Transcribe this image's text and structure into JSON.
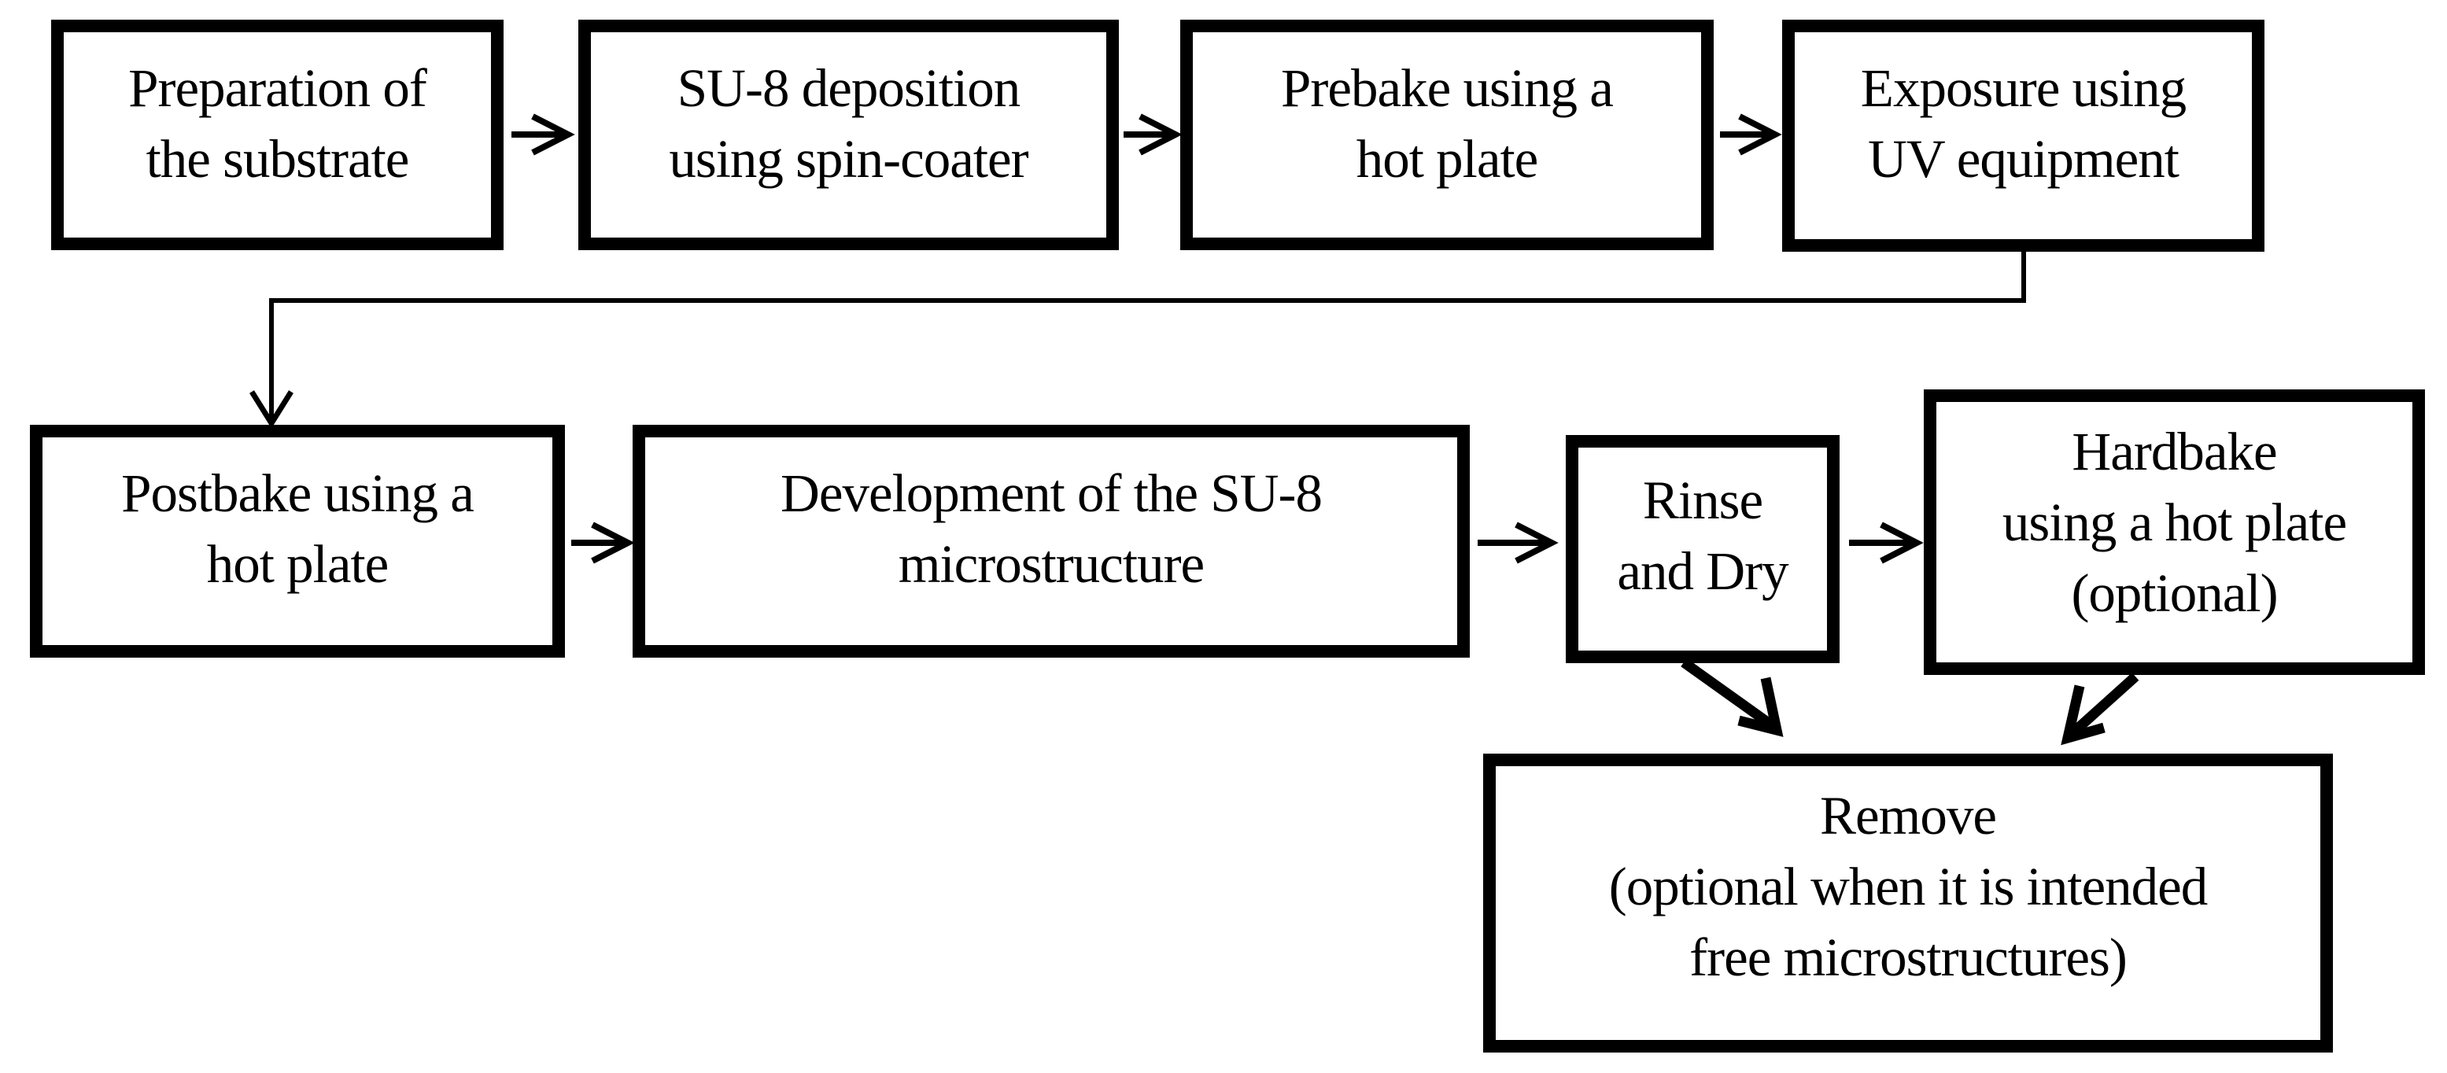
{
  "figure": {
    "type": "flowchart",
    "background_color": "#ffffff",
    "ink_color": "#000000",
    "nodes": [
      {
        "id": "preparation",
        "label": "Preparation of the substrate",
        "lines": [
          "Preparation of",
          "the substrate"
        ]
      },
      {
        "id": "deposition",
        "label": "SU-8 deposition using spin-coater",
        "lines": [
          "SU-8 deposition",
          "using spin-coater"
        ]
      },
      {
        "id": "prebake",
        "label": "Prebake using a hot plate",
        "lines": [
          "Prebake using a",
          "hot plate"
        ]
      },
      {
        "id": "exposure",
        "label": "Exposure using UV equipment",
        "lines": [
          "Exposure using",
          "UV equipment"
        ]
      },
      {
        "id": "postbake",
        "label": "Postbake using a hot plate",
        "lines": [
          "Postbake using a",
          "hot plate"
        ]
      },
      {
        "id": "development",
        "label": "Development of the SU-8 microstructure",
        "lines": [
          "Development of the SU-8",
          "microstructure"
        ]
      },
      {
        "id": "rinse_dry",
        "label": "Rinse and Dry",
        "lines": [
          "Rinse",
          "and Dry"
        ]
      },
      {
        "id": "hardbake",
        "label": "Hardbake using a hot plate (optional)",
        "lines": [
          "Hardbake",
          "using a hot plate",
          "(optional)"
        ]
      },
      {
        "id": "remove",
        "label": "Remove (optional when it is intended free microstructures)",
        "lines": [
          "Remove",
          "(optional when it is intended",
          "free microstructures)"
        ]
      }
    ],
    "connections": [
      {
        "from": "preparation",
        "to": "deposition"
      },
      {
        "from": "deposition",
        "to": "prebake"
      },
      {
        "from": "prebake",
        "to": "exposure"
      },
      {
        "from": "exposure",
        "to": "postbake"
      },
      {
        "from": "postbake",
        "to": "development"
      },
      {
        "from": "development",
        "to": "rinse_dry"
      },
      {
        "from": "rinse_dry",
        "to": "hardbake"
      },
      {
        "from": "rinse_dry",
        "to": "remove"
      },
      {
        "from": "hardbake",
        "to": "remove"
      }
    ]
  }
}
